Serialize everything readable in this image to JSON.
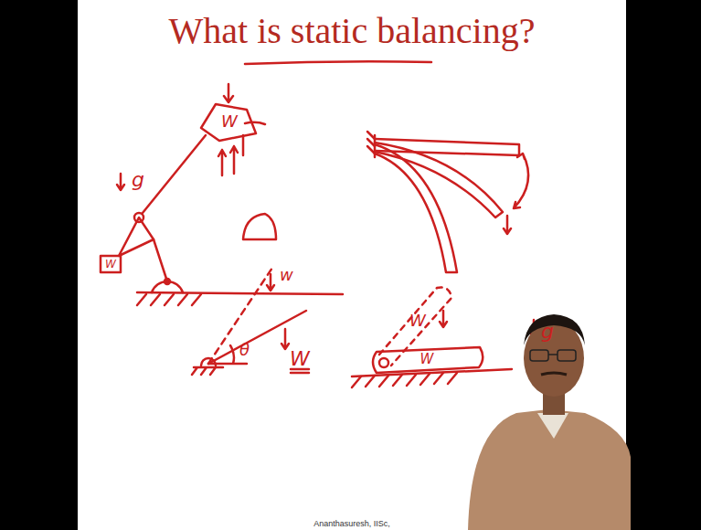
{
  "diagram": {
    "title": "What is static balancing?",
    "labels": [
      "g",
      "W",
      "W",
      "w",
      "W",
      "θ",
      "W",
      "W",
      "g",
      "Ananthasuresh, IISc,"
    ]
  }
}
